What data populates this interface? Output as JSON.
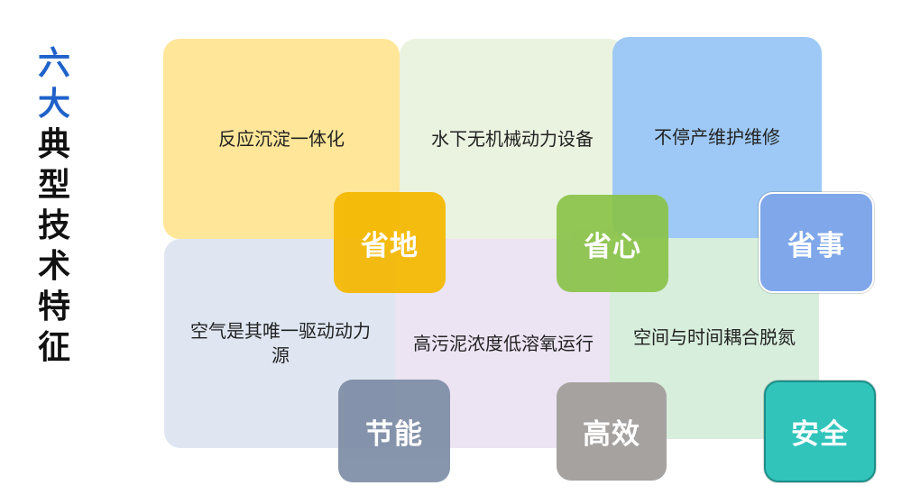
{
  "title_chars": [
    "六",
    "大",
    "典",
    "型",
    "技",
    "术",
    "特",
    "征"
  ],
  "colors": {
    "title_blue": "#1f62c9",
    "tile_1": "#ffe699",
    "tile_2": "#eaf3e0",
    "tile_3": "#9ec9f6",
    "tile_4": "#dfe6f2",
    "tile_5": "#ece3f3",
    "tile_6": "#d7eedc",
    "badge_1": "#f5b800",
    "badge_2": "#8bc34a",
    "badge_3": "#7fa7ea",
    "badge_4": "#7d8da5",
    "badge_5": "#a6a2a0",
    "badge_6": "#31c4bb"
  },
  "tiles": [
    {
      "text": "反应沉淀一体化"
    },
    {
      "text": "水下无机械动力设备"
    },
    {
      "text": "不停产维护维修"
    },
    {
      "text": "空气是其唯一驱动动力源"
    },
    {
      "text": "高污泥浓度低溶氧运行"
    },
    {
      "text": "空间与时间耦合脱氮"
    }
  ],
  "badges": [
    {
      "label": "省地"
    },
    {
      "label": "省心"
    },
    {
      "label": "省事"
    },
    {
      "label": "节能"
    },
    {
      "label": "高效"
    },
    {
      "label": "安全"
    }
  ]
}
